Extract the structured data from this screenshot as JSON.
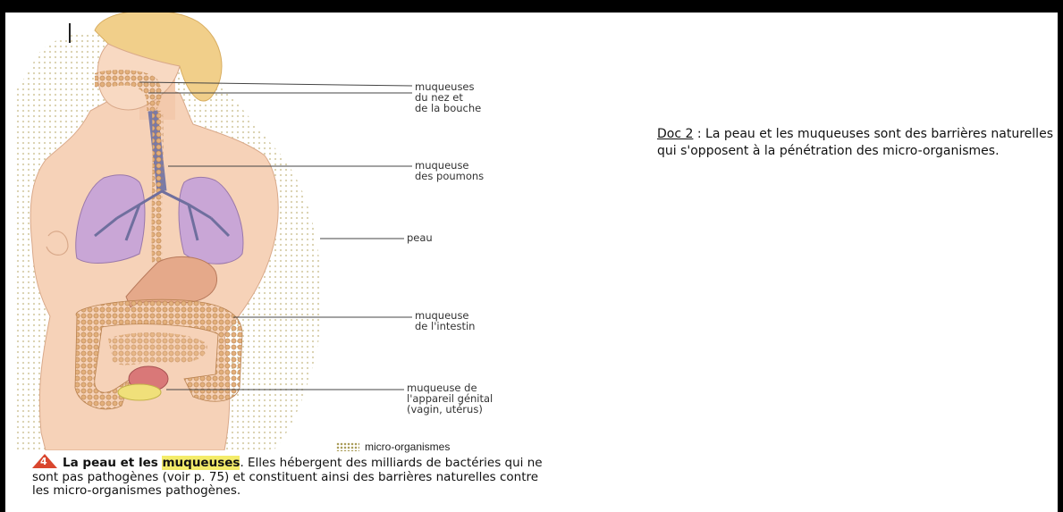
{
  "figure": {
    "labels": {
      "nose_mouth": "muqueuses\ndu nez et\nde la bouche",
      "lungs": "muqueuse\ndes poumons",
      "skin": "peau",
      "intestine": "muqueuse\nde l'intestin",
      "genital": "muqueuse de\nl'appareil génital\n(vagin, utérus)"
    },
    "legend": "micro-organismes",
    "caption": {
      "number": "4",
      "title_part1": "La peau et les ",
      "title_highlight": "muqueuses",
      "text": ". Elles hébergent des milliards de bactéries qui ne sont pas pathogènes (voir p. 75) et constituent ainsi des barrières naturelles contre les micro-organismes pathogènes."
    }
  },
  "doc": {
    "ref": "Doc 2",
    "text": " : La peau et les muqueuses sont des barrières naturelles qui s'opposent à la pénétration des micro-organismes."
  },
  "colors": {
    "skin": "#f6d2b8",
    "lungs": "#c9a6d6",
    "digestive": "#e9b98a",
    "trachea": "#7a7aa6",
    "caption_badge": "#d9462e",
    "highlight": "#f4ec6a"
  }
}
